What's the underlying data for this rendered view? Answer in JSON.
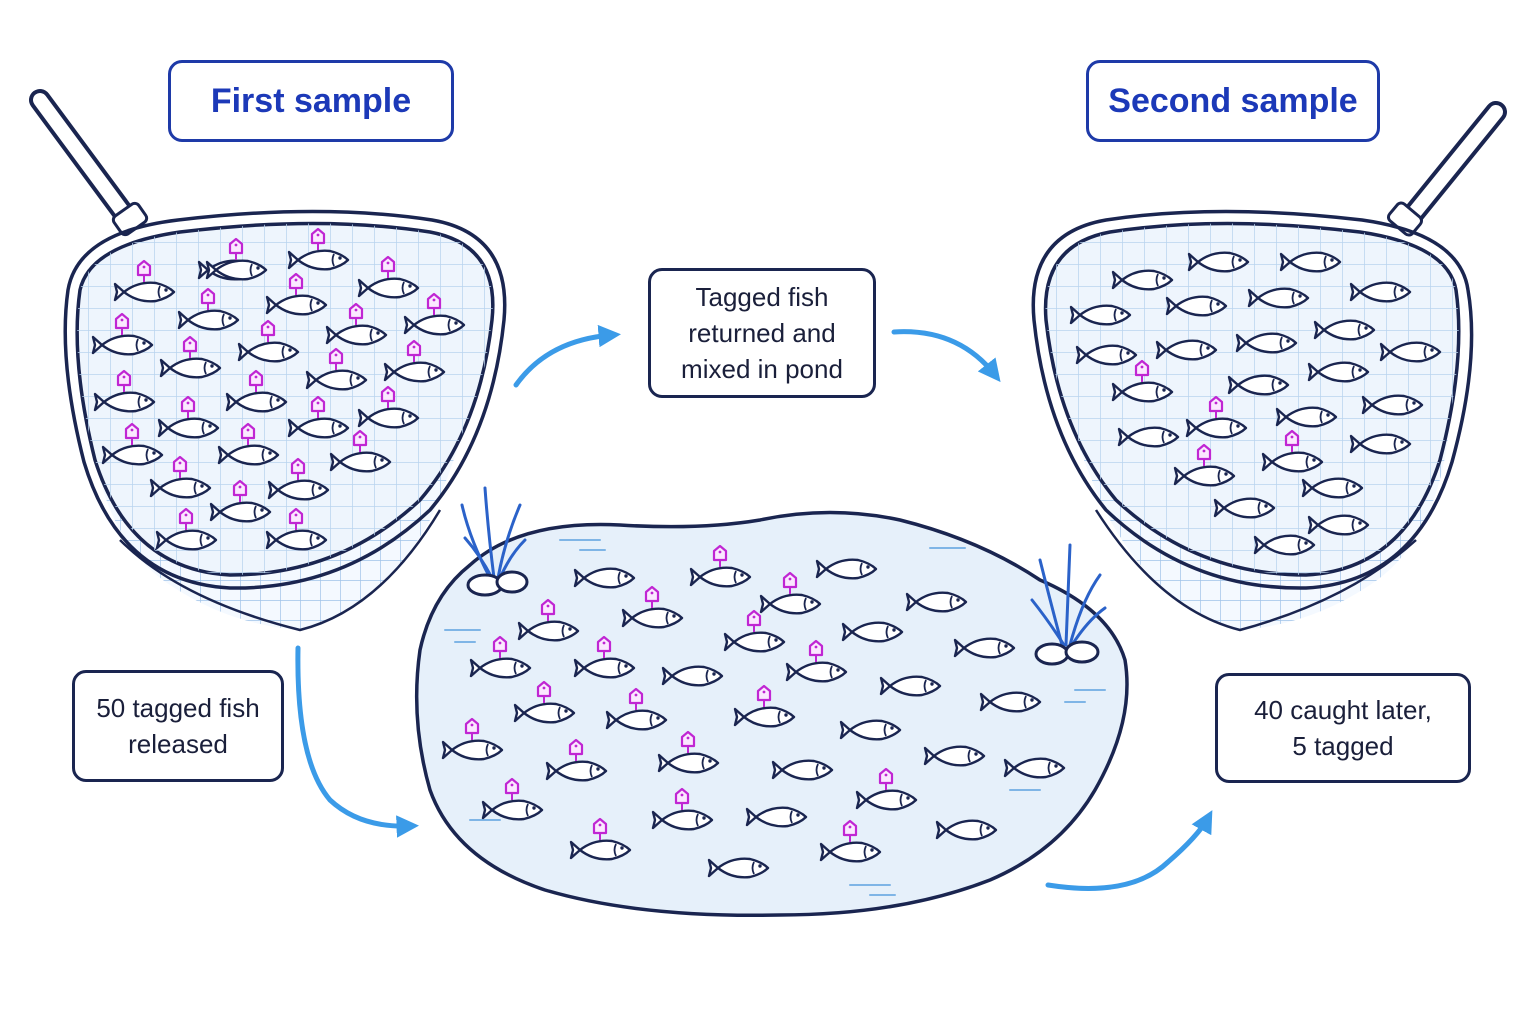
{
  "labels": {
    "first_sample": "First sample",
    "second_sample": "Second sample",
    "released": "50 tagged fish\nreleased",
    "returned": "Tagged fish\nreturned and\nmixed in pond",
    "caught": "40 caught later,\n5 tagged"
  },
  "colors": {
    "outline": "#1a2550",
    "title_text": "#1c39b8",
    "tag": "#c026d3",
    "arrow": "#3b9be8",
    "water": "#e6f0fa",
    "net_mesh": "#b9d3ee",
    "reeds": "#2b62c9"
  },
  "icons": {
    "fish": "fish-icon",
    "tag": "tag-icon",
    "net": "landing-net",
    "pond": "pond",
    "reeds": "reeds",
    "arrow": "arrow"
  }
}
